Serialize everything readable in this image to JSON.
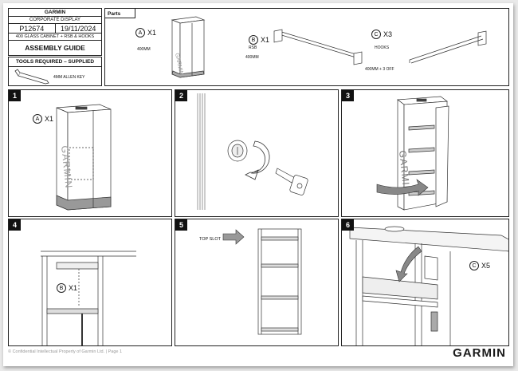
{
  "header": {
    "brand": "GARMIN",
    "project": "CORPORATE DISPLAY",
    "code": "P12674",
    "date": "19/11/2024",
    "description": "400 GLASS CABINET + RSB & HOOKS",
    "doc_title": "ASSEMBLY GUIDE"
  },
  "tools": {
    "title": "TOOLS REQUIRED – SUPPLIED",
    "item": "4MM ALLEN KEY"
  },
  "parts": {
    "title": "Parts",
    "items": [
      {
        "letter": "A",
        "qty": "X1",
        "name": "",
        "size": "400MM"
      },
      {
        "letter": "B",
        "qty": "X1",
        "name": "RSB",
        "size": "400MM"
      },
      {
        "letter": "C",
        "qty": "X3",
        "name": "HOOKS",
        "size": "400MM + 3 OFF"
      }
    ]
  },
  "steps": [
    {
      "num": "1",
      "callout_letter": "A",
      "callout_qty": "X1",
      "note": ""
    },
    {
      "num": "2",
      "callout_letter": "",
      "callout_qty": "",
      "note": ""
    },
    {
      "num": "3",
      "callout_letter": "",
      "callout_qty": "",
      "note": ""
    },
    {
      "num": "4",
      "callout_letter": "B",
      "callout_qty": "X1",
      "note": ""
    },
    {
      "num": "5",
      "callout_letter": "",
      "callout_qty": "",
      "note": "TOP SLOT"
    },
    {
      "num": "6",
      "callout_letter": "C",
      "callout_qty": "X5",
      "note": ""
    }
  ],
  "footer": {
    "text": "© Confidential Intellectual Property of Garmin Ltd. | Page 1",
    "logo": "GARMIN"
  }
}
